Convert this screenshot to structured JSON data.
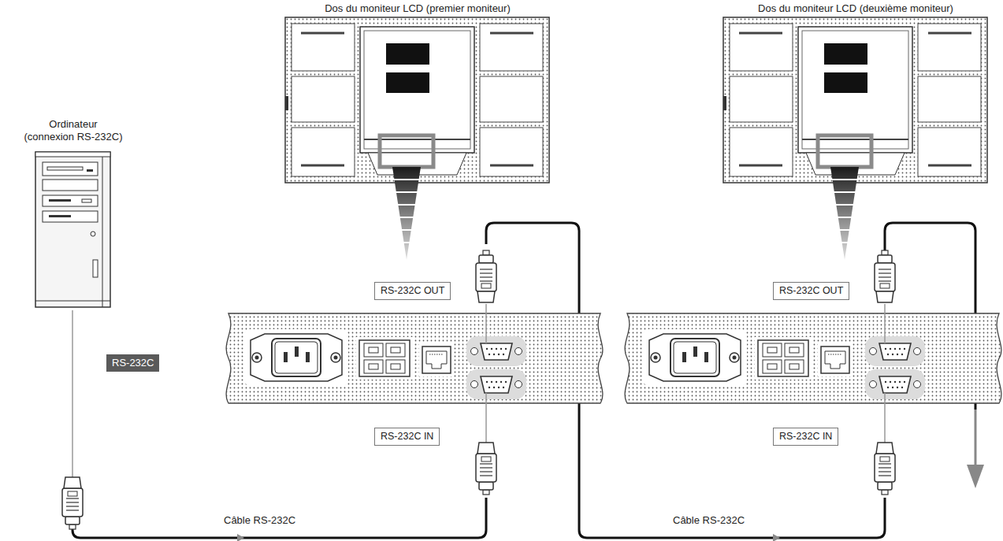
{
  "diagram": {
    "nodes": [
      {
        "text": [
          "Ordinateur (connexion RS-232C)"
        ]
      },
      {
        "text": [
          "Dos du moniteur LCD (premier moniteur)"
        ]
      },
      {
        "text": [
          "Dos du moniteur LCD (deuxième moniteur)"
        ]
      },
      {
        "text": [
          "RS-232C OUT",
          "RS-232C IN"
        ]
      },
      {
        "text": [
          "RS-232C OUT",
          "RS-232C IN"
        ]
      }
    ],
    "edges": [
      {
        "from": 0,
        "to": 3,
        "label": "Câble RS-232C",
        "arrow": "to"
      },
      {
        "from": 3,
        "to": 4,
        "label": "Câble RS-232C",
        "arrow": "to"
      }
    ],
    "labels": [
      "RS-232C"
    ]
  }
}
